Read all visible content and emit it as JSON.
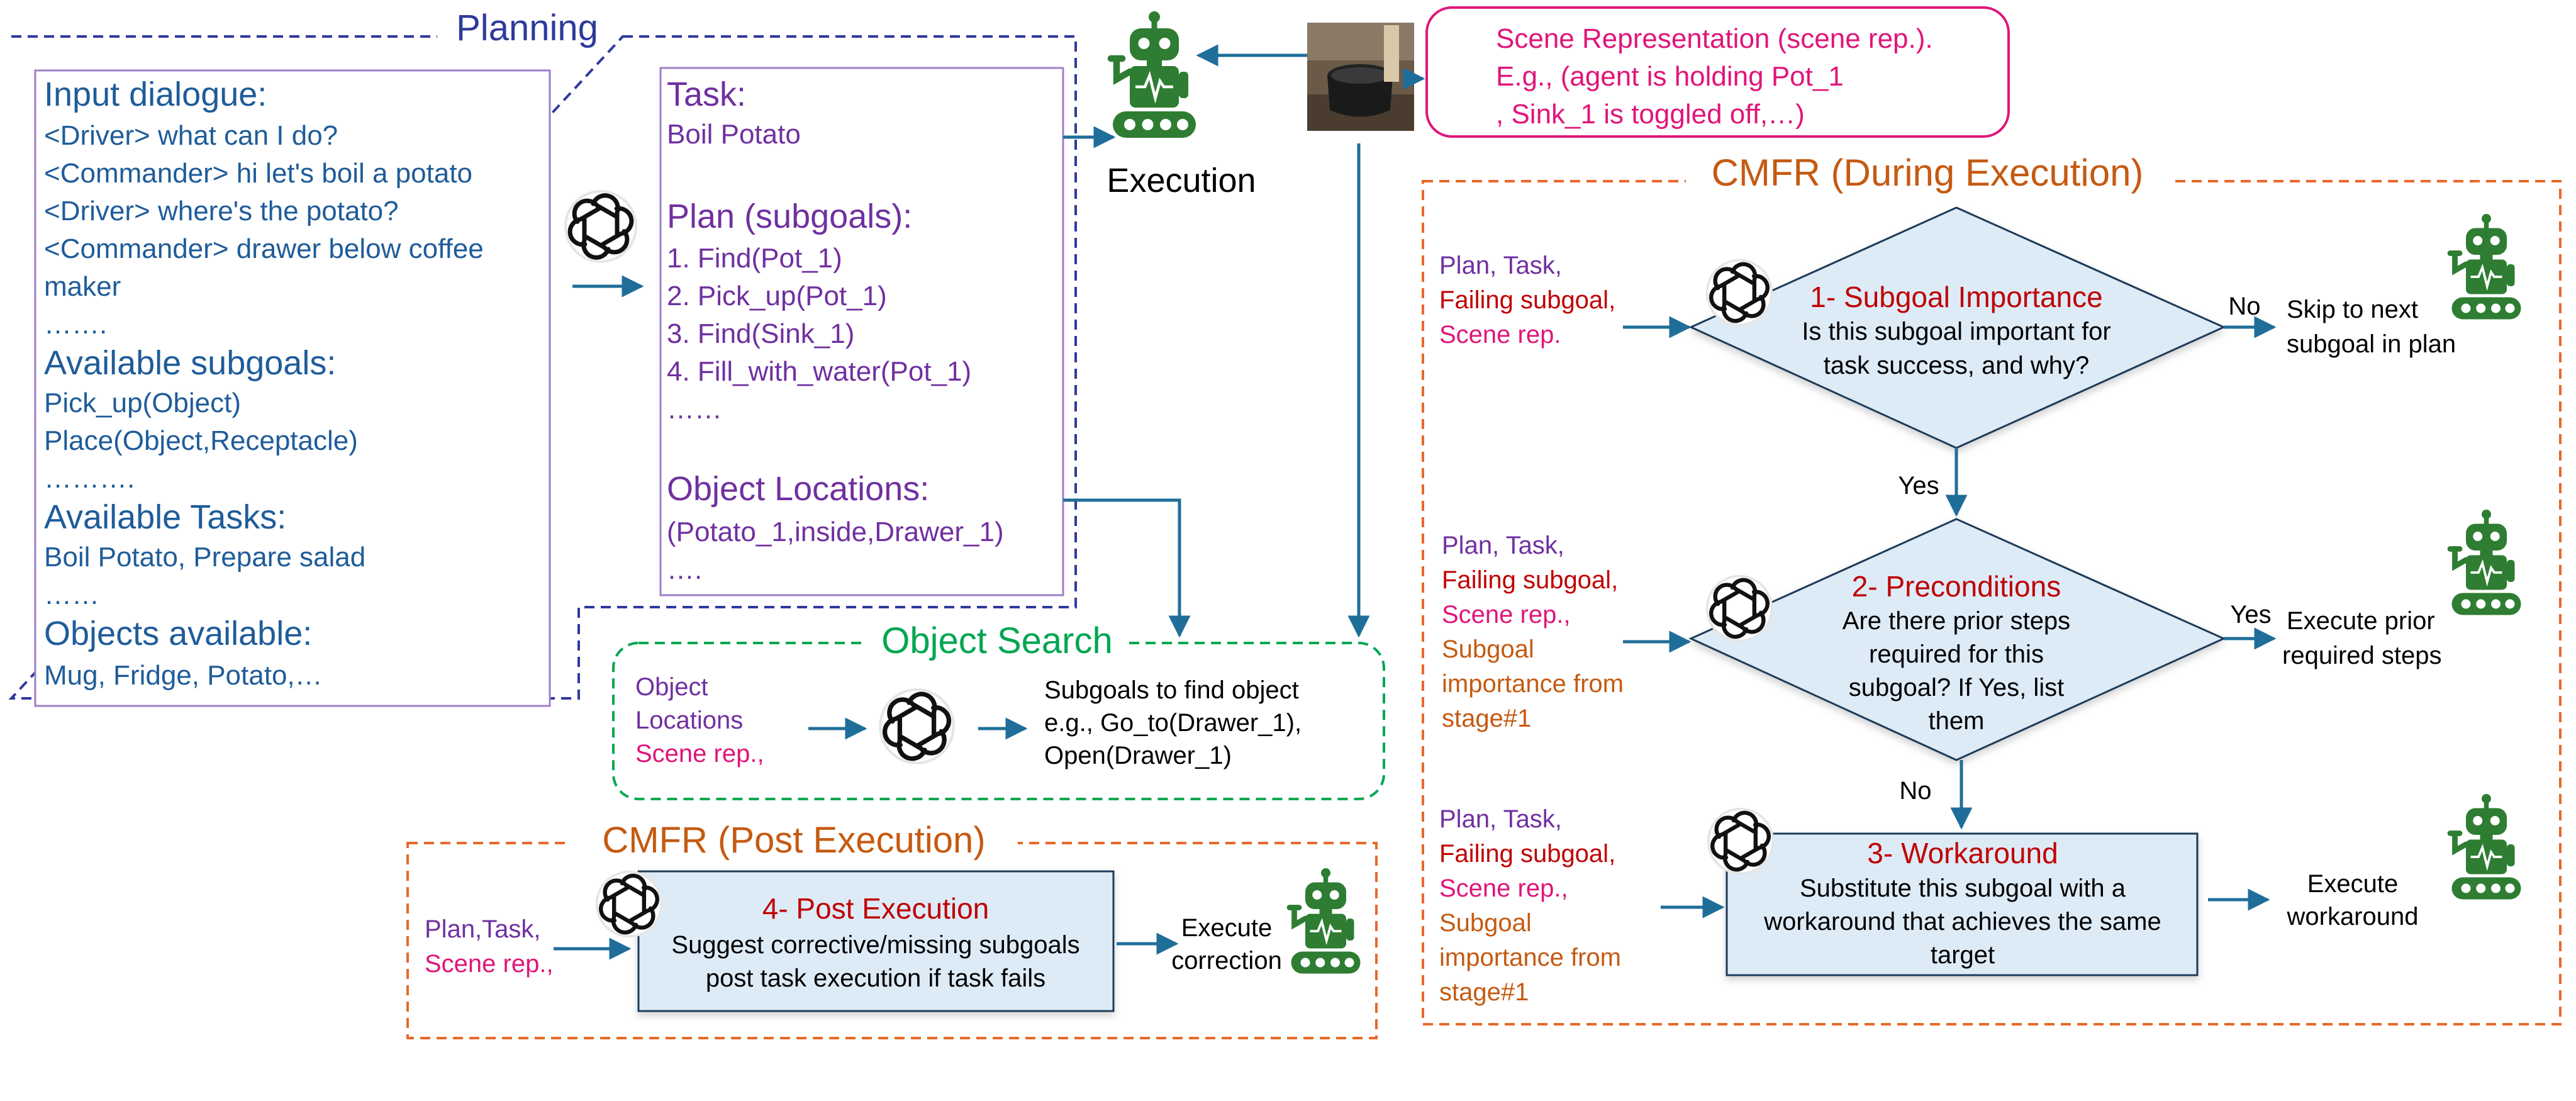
{
  "colors": {
    "planning_border": "#2E3A9B",
    "purple": "#7030A0",
    "blue": "#1F5C99",
    "magenta": "#E0157A",
    "orange": "#C55A11",
    "red": "#C00000",
    "green": "#2E7D32",
    "arrow": "#1F6E99",
    "box_fill": "#DDEBF7",
    "search_green": "#00A651"
  },
  "icons": {
    "llm": "openai-logo-icon",
    "robot": "robot-icon",
    "scene": "scene-photo-pot"
  },
  "planning": {
    "title": "Planning",
    "input_dialogue_title": "Input dialogue:",
    "dialogue": [
      "<Driver> what can I do?",
      "<Commander> hi let's boil a potato",
      "<Driver> where's the potato?",
      "<Commander> drawer below coffee",
      "maker",
      "……."
    ],
    "available_subgoals_title": "Available subgoals:",
    "available_subgoals": [
      "Pick_up(Object)",
      "Place(Object,Receptacle)",
      "………."
    ],
    "available_tasks_title": "Available Tasks:",
    "available_tasks": [
      "Boil Potato, Prepare salad",
      "……"
    ],
    "objects_title": "Objects available:",
    "objects": [
      "Mug, Fridge, Potato,…"
    ]
  },
  "task_box": {
    "task_title": "Task:",
    "task_value": "Boil Potato",
    "plan_title": "Plan (subgoals):",
    "plan": [
      "1. Find(Pot_1)",
      "2. Pick_up(Pot_1)",
      "3. Find(Sink_1)",
      "4. Fill_with_water(Pot_1)",
      "……"
    ],
    "locations_title": "Object Locations:",
    "locations": [
      "(Potato_1,inside,Drawer_1)",
      "…."
    ]
  },
  "execution": {
    "label": "Execution"
  },
  "scene_rep": {
    "lines": [
      "Scene Representation (scene rep.).",
      "E.g., (agent is holding Pot_1",
      ", Sink_1 is toggled off,…)"
    ]
  },
  "object_search": {
    "title": "Object Search",
    "input_lines": [
      "Object",
      "Locations",
      "Scene rep.,"
    ],
    "output_lines": [
      "Subgoals to find object",
      "e.g., Go_to(Drawer_1),",
      " Open(Drawer_1)"
    ]
  },
  "post_execution": {
    "title": "CMFR (Post Execution)",
    "input_lines": [
      "Plan,Task,",
      "Scene rep.,"
    ],
    "box_title": "4- Post Execution",
    "box_lines": [
      "Suggest corrective/missing subgoals",
      "post task execution if task fails"
    ],
    "output_lines": [
      "Execute",
      "correction"
    ]
  },
  "during_execution": {
    "title": "CMFR (During Execution)",
    "stage1": {
      "inputs": [
        {
          "text": "Plan, Task,",
          "color": "purple"
        },
        {
          "text": "Failing subgoal,",
          "color": "red"
        },
        {
          "text": "Scene rep.",
          "color": "magenta"
        }
      ],
      "title": "1- Subgoal Importance",
      "lines": [
        "Is this subgoal important for",
        "task success, and why?"
      ],
      "branch_label": "No",
      "outcome": [
        "Skip to next",
        "subgoal in plan"
      ]
    },
    "yes_label": "Yes",
    "stage2": {
      "inputs": [
        {
          "text": "Plan, Task,",
          "color": "purple"
        },
        {
          "text": "Failing subgoal,",
          "color": "red"
        },
        {
          "text": "Scene rep.,",
          "color": "magenta"
        },
        {
          "text": "Subgoal",
          "color": "orange"
        },
        {
          "text": "importance from",
          "color": "orange"
        },
        {
          "text": "stage#1",
          "color": "orange"
        }
      ],
      "title": "2- Preconditions",
      "lines": [
        "Are there prior steps",
        "required  for this",
        "subgoal? If Yes, list",
        "them"
      ],
      "branch_label": "Yes",
      "outcome": [
        "Execute prior",
        "required steps"
      ]
    },
    "no_label": "No",
    "stage3": {
      "inputs": [
        {
          "text": "Plan, Task,",
          "color": "purple"
        },
        {
          "text": "Failing subgoal,",
          "color": "red"
        },
        {
          "text": "Scene rep.,",
          "color": "magenta"
        },
        {
          "text": "Subgoal",
          "color": "orange"
        },
        {
          "text": "importance from",
          "color": "orange"
        },
        {
          "text": "stage#1",
          "color": "orange"
        }
      ],
      "title": "3- Workaround",
      "lines": [
        "Substitute this subgoal with a",
        "workaround that achieves the same",
        "target"
      ],
      "outcome": [
        "Execute",
        "workaround"
      ]
    }
  }
}
